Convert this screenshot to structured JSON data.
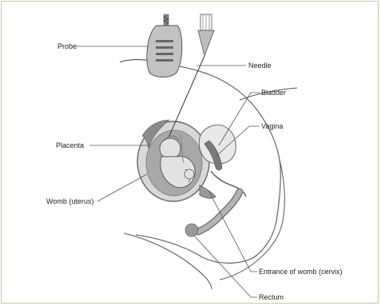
{
  "labels": {
    "probe": "Probe",
    "needle": "Needle",
    "bladder": "Bladder",
    "vagina": "Vagina",
    "placenta": "Placenta",
    "womb": "Womb (uterus)",
    "cervix": "Entrance of womb (cervix)",
    "rectum": "Rectum"
  },
  "colors": {
    "frame_border": "#b7d68a",
    "outline": "#555555",
    "tissue": "#b5b5b5",
    "tissue_dark": "#7a7a7a",
    "tissue_light": "#dcdcdc"
  }
}
